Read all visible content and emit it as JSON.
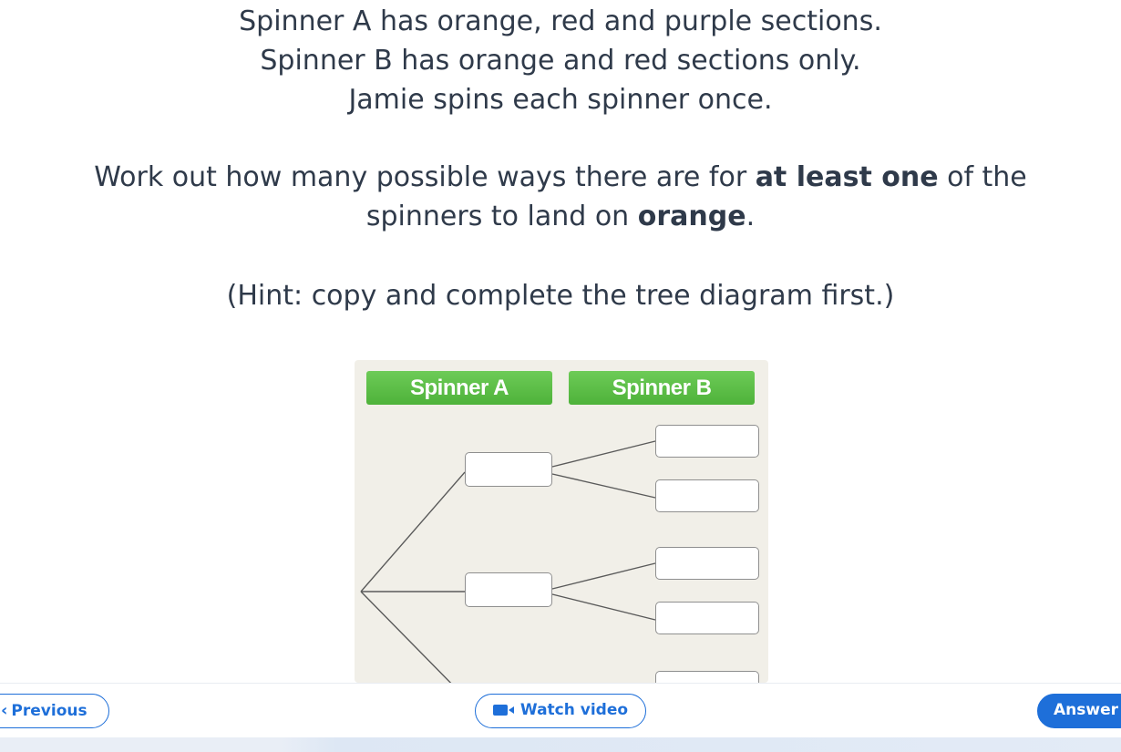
{
  "question": {
    "line1": "Spinner A has orange, red and purple sections.",
    "line2": "Spinner B has orange and red sections only.",
    "line3": "Jamie spins each spinner once.",
    "line4_pre": "Work out how many possible ways there are for ",
    "line4_bold1": "at least one",
    "line4_mid": " of the spinners to land on ",
    "line4_bold2": "orange",
    "line4_post": ".",
    "hint": "(Hint: copy and complete the tree diagram first.)"
  },
  "diagram": {
    "header_a": "Spinner A",
    "header_b": "Spinner B",
    "header_color": "#5cbf47",
    "background": "#f1efe8"
  },
  "nav": {
    "previous_label": "Previous",
    "video_label": "Watch video",
    "answer_label": "Answer",
    "accent_color": "#1e6fd9"
  },
  "icons": {
    "previous": "chevron-left-icon",
    "video": "video-camera-icon"
  }
}
